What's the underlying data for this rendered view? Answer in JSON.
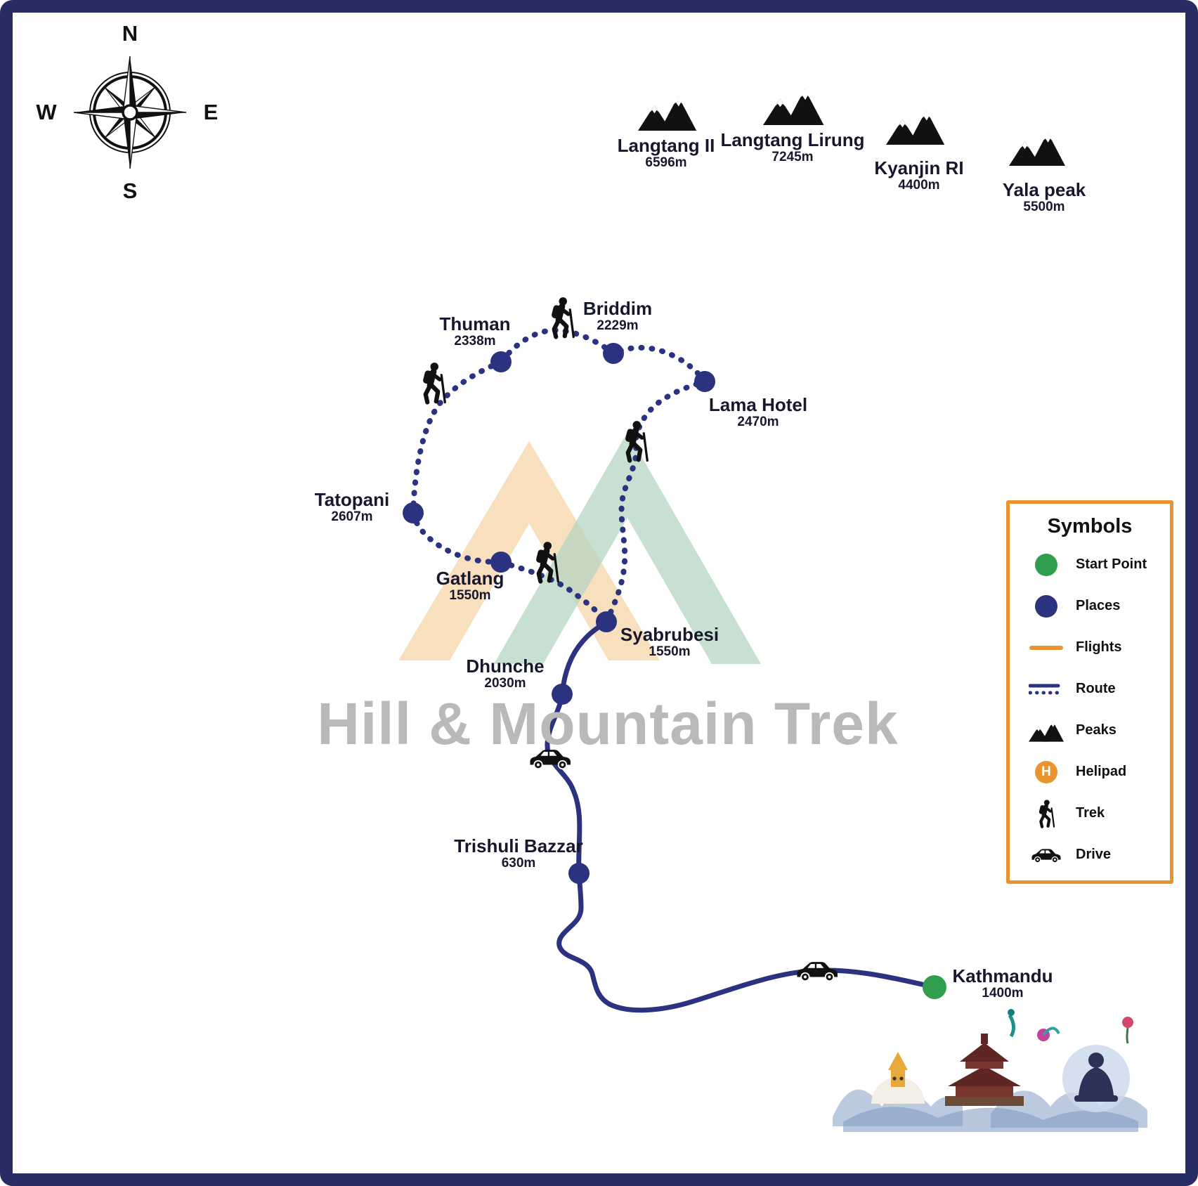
{
  "compass": {
    "north": "N",
    "south": "S",
    "east": "E",
    "west": "W"
  },
  "watermark": {
    "brand": "Hill & Mountain Trek"
  },
  "peaks": [
    {
      "name": "Langtang II",
      "elevation": "6596m"
    },
    {
      "name": "Langtang Lirung",
      "elevation": "7245m"
    },
    {
      "name": "Kyanjin RI",
      "elevation": "4400m"
    },
    {
      "name": "Yala peak",
      "elevation": "5500m"
    }
  ],
  "places": [
    {
      "name": "Thuman",
      "elevation": "2338m"
    },
    {
      "name": "Briddim",
      "elevation": "2229m"
    },
    {
      "name": "Lama Hotel",
      "elevation": "2470m"
    },
    {
      "name": "Tatopani",
      "elevation": "2607m"
    },
    {
      "name": "Gatlang",
      "elevation": "1550m"
    },
    {
      "name": "Syabrubesi",
      "elevation": "1550m"
    },
    {
      "name": "Dhunche",
      "elevation": "2030m"
    },
    {
      "name": "Trishuli Bazzar",
      "elevation": "630m"
    },
    {
      "name": "Kathmandu",
      "elevation": "1400m"
    }
  ],
  "legend": {
    "title": "Symbols",
    "helipad_letter": "H",
    "items": [
      {
        "label": "Start Point"
      },
      {
        "label": "Places"
      },
      {
        "label": "Flights"
      },
      {
        "label": "Route"
      },
      {
        "label": "Peaks"
      },
      {
        "label": "Helipad"
      },
      {
        "label": "Trek"
      },
      {
        "label": "Drive"
      }
    ]
  },
  "colors": {
    "route_navy": "#2b3280",
    "start_green": "#2f9e4f",
    "accent_orange": "#e8952f",
    "border_navy": "#272c63",
    "watermark_gray": "#b9b9b9",
    "logo_peach": "#f6d7ae",
    "logo_green": "#b5d6c3"
  }
}
